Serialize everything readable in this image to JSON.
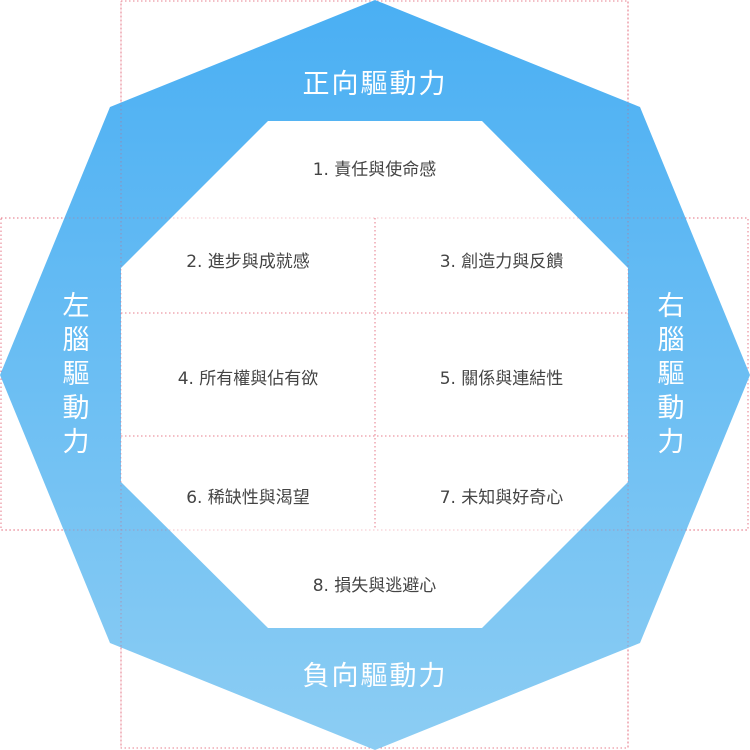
{
  "labels": {
    "top": "正向驅動力",
    "bottom": "負向驅動力",
    "left": "左腦驅動力",
    "right": "右腦驅動力"
  },
  "drives": [
    "1. 責任與使命感",
    "2. 進步與成就感",
    "3. 創造力與反饋",
    "4. 所有權與佔有欲",
    "5. 關係與連結性",
    "6. 稀缺性與渴望",
    "7. 未知與好奇心",
    "8. 損失與逃避心"
  ],
  "colors": {
    "octagon_top": "#4aaff3",
    "octagon_bottom": "#8ccdf3",
    "inner_fill": "#ffffff",
    "text": "#444444",
    "guide_line": "#e0566a",
    "divider": "#e0566a"
  }
}
